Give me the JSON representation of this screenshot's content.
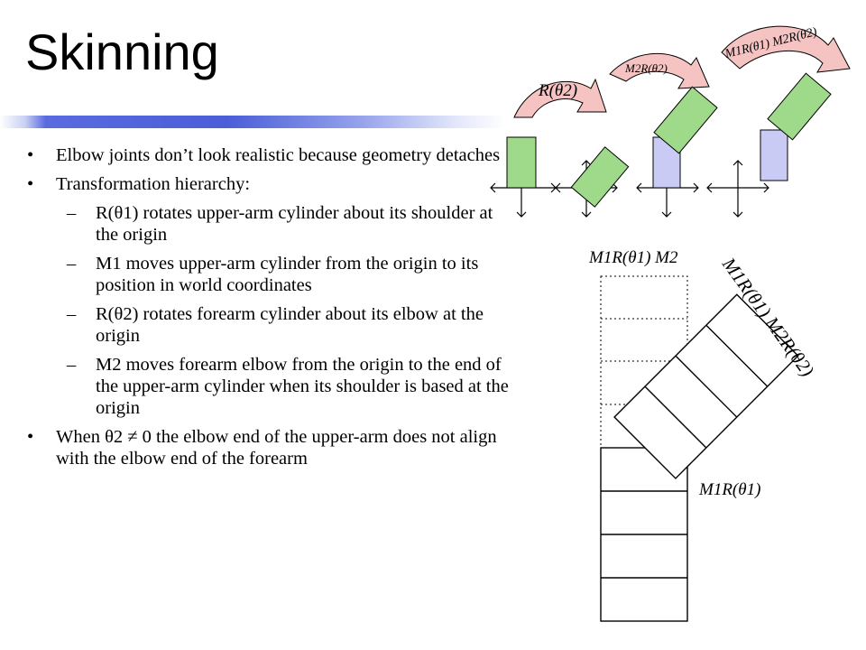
{
  "slide": {
    "title": "Skinning",
    "bullets": [
      {
        "level": 1,
        "marker": "•",
        "text": "Elbow joints don’t look realistic because geometry detaches"
      },
      {
        "level": 1,
        "marker": "•",
        "text": "Transformation hierarchy:"
      },
      {
        "level": 2,
        "marker": "–",
        "text": "R(θ1) rotates upper-arm cylinder about its shoulder at the origin"
      },
      {
        "level": 2,
        "marker": "–",
        "text": "M1 moves upper-arm cylinder from the origin to its position in world coordinates"
      },
      {
        "level": 2,
        "marker": "–",
        "text": "R(θ2) rotates forearm cylinder about its elbow at the origin"
      },
      {
        "level": 2,
        "marker": "–",
        "text": "M2 moves forearm elbow from the origin to the end of the upper-arm cylinder when its shoulder is based at the origin"
      },
      {
        "level": 1,
        "marker": "•",
        "text": "When θ2 ≠ 0 the elbow end of the upper-arm does not align with the elbow end of the forearm"
      }
    ]
  },
  "diagram": {
    "arrow_labels": [
      "R(θ2)",
      "M2R(θ2)",
      "M1R(θ1) M2R(θ2)"
    ],
    "stack_labels": [
      "M1R(θ1) M2",
      "M1R(θ1) M2R(θ2)",
      "M1R(θ1)"
    ],
    "colors": {
      "green": "#9fd98a",
      "lavender": "#c9cbf4",
      "arrow_pink": "#f6c3c3",
      "title_bar_blue": "#4a5ed8"
    }
  }
}
